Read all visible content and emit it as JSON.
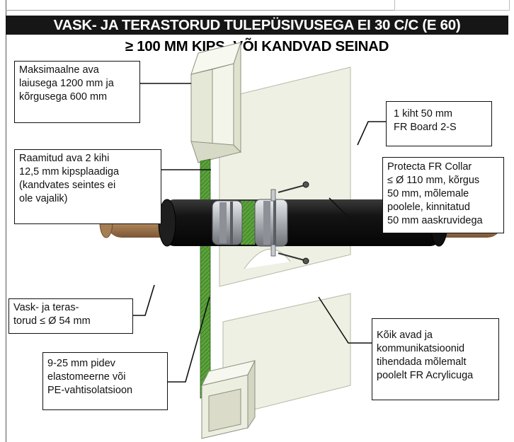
{
  "header": {
    "title": "VASK- JA TERASTORUD TULEPÜSIVUSEGA EI 30 C/C (E 60)",
    "subtitle": "≥ 100 MM KIPS- VÕI KANDVAD SEINAD"
  },
  "callouts": {
    "max_opening": "Maksimaalne ava\nlaiusega 1200 mm ja\nkõrgusega 600 mm",
    "board": "1 kiht 50 mm\nFR Board 2-S",
    "framed_opening": "Raamitud ava 2 kihi\n12,5 mm kipsplaadiga\n(kandvates seintes ei\nole vajalik)",
    "collar": "Protecta FR Collar\n≤ Ø 110 mm, kõrgus\n50 mm, mõlemale\npoolele, kinnitatud\n50 mm aaskruvidega",
    "pipes": "Vask- ja teras-\ntorud ≤ Ø 54 mm",
    "sealing": "Kõik avad ja\nkommunikatsioonid\ntihendada mõlemalt\npoolelt FR Acrylicuga",
    "insulation": "9-25 mm pidev\nelastomeerne või\nPE-vahtisolatsioon"
  },
  "colors": {
    "header_bg": "#161616",
    "board": "#f1f2e6",
    "board_edge": "#c9cbb8",
    "green_board": "#5aa23a",
    "pipe": "#b58b5e",
    "insulation": "#141414",
    "collar": "#b9bcc0"
  }
}
